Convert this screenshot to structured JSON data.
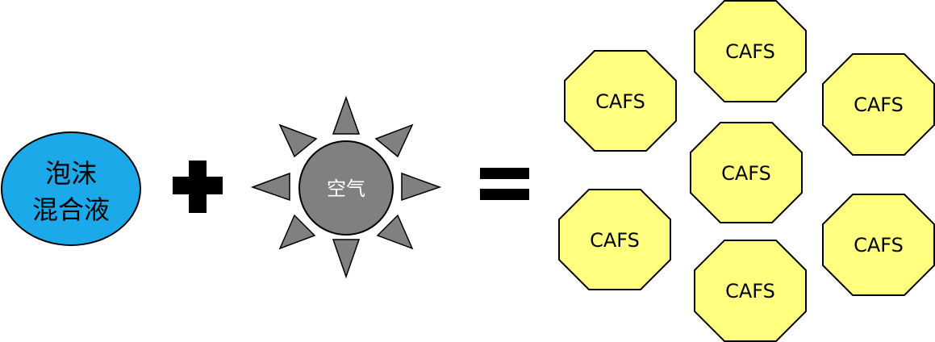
{
  "foam": {
    "line1": "泡沫",
    "line2": "混合液",
    "color": "#1CA9EA"
  },
  "operators": {
    "plus": "+",
    "equals": "="
  },
  "air": {
    "label": "空气",
    "color": "#808080"
  },
  "product": {
    "labels": [
      "CAFS",
      "CAFS",
      "CAFS",
      "CAFS",
      "CAFS",
      "CAFS",
      "CAFS"
    ],
    "color": "#FFFF80"
  }
}
